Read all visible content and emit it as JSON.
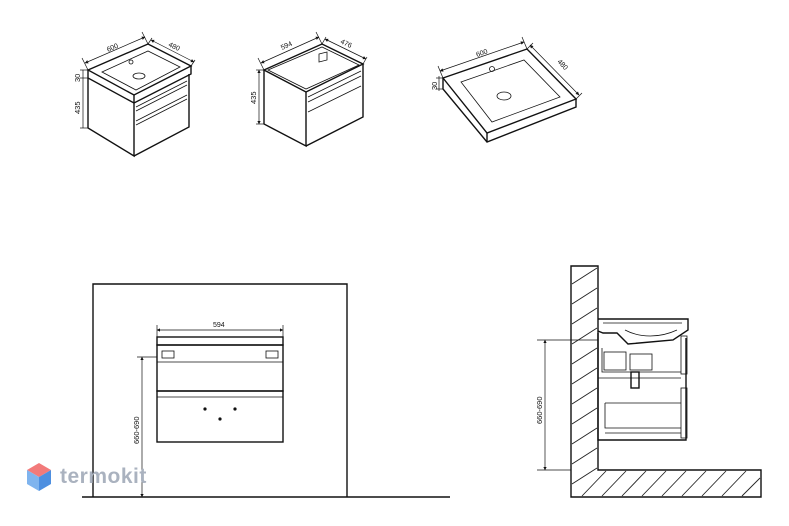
{
  "brand": {
    "name": "termokit",
    "colors": {
      "cube_top": "#f27a7a",
      "cube_left": "#7fb4ee",
      "cube_right": "#4d8fe0",
      "text": "#aab2bf"
    }
  },
  "views": {
    "iso_vanity": {
      "width": "600",
      "depth": "480",
      "top_height": "30",
      "height": "435"
    },
    "iso_cabinet": {
      "width": "594",
      "depth": "476",
      "height": "435"
    },
    "iso_basin": {
      "width": "600",
      "depth": "480",
      "height": "30"
    },
    "front_elevation": {
      "width": "594",
      "mount_height": "660-690"
    },
    "side_section": {
      "mount_height": "660-690"
    }
  }
}
